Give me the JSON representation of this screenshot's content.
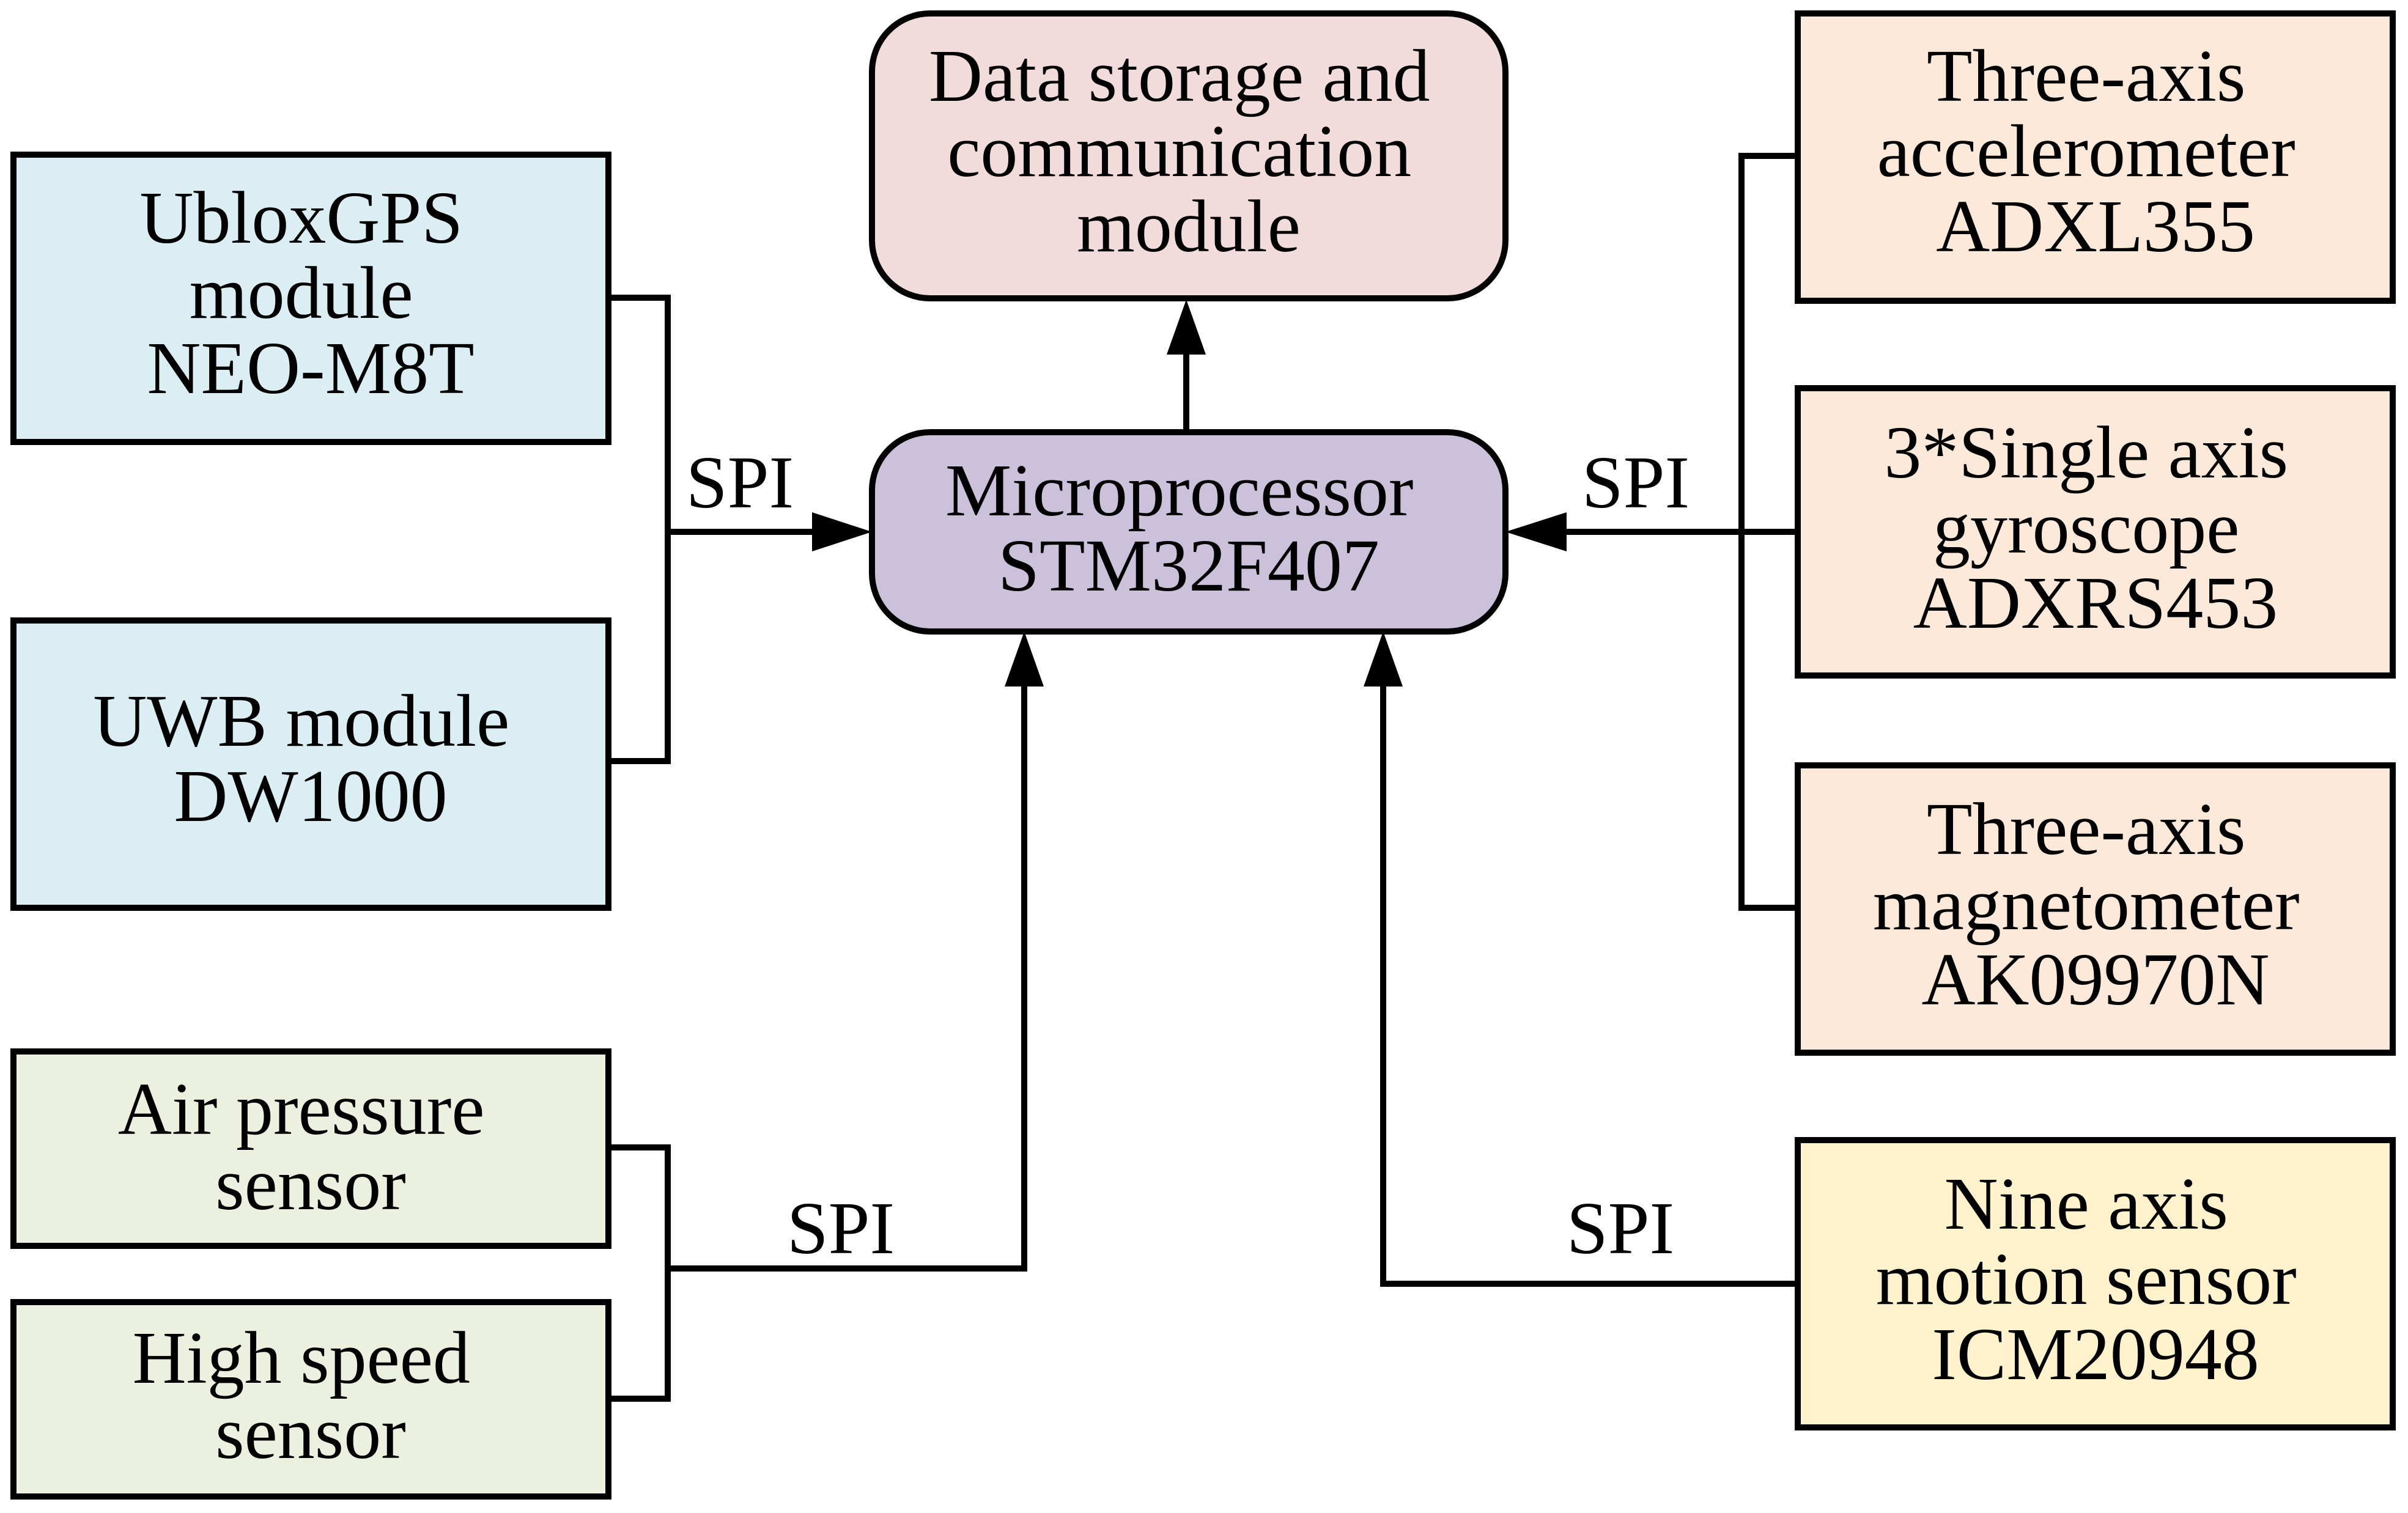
{
  "colors": {
    "gps_uwb_fill": "#dbeef4",
    "data_storage_fill": "#f2dcdb",
    "microprocessor_fill": "#ccc1da",
    "imu_fill": "#fde9d9",
    "nine_axis_fill": "#fff2cc",
    "env_sensor_fill": "#ebf1de",
    "stroke": "#000000"
  },
  "boxes": {
    "gps": {
      "lines": [
        "UbloxGPS",
        "module",
        "NEO-M8T"
      ]
    },
    "uwb": {
      "lines": [
        "UWB module",
        "DW1000"
      ]
    },
    "air_pressure": {
      "lines": [
        "Air pressure",
        "sensor"
      ]
    },
    "high_speed": {
      "lines": [
        "High speed",
        "sensor"
      ]
    },
    "data_storage": {
      "lines": [
        "Data storage and",
        "communication",
        "module"
      ]
    },
    "microprocessor": {
      "lines": [
        "Microprocessor",
        "STM32F407"
      ]
    },
    "accelerometer": {
      "lines": [
        "Three-axis",
        "accelerometer",
        "ADXL355"
      ]
    },
    "gyroscope": {
      "lines": [
        "3*Single axis",
        "gyroscope",
        "ADXRS453"
      ]
    },
    "magnetometer": {
      "lines": [
        "Three-axis",
        "magnetometer",
        "AK09970N"
      ]
    },
    "nine_axis": {
      "lines": [
        "Nine axis",
        "motion sensor",
        "ICM20948"
      ]
    }
  },
  "labels": {
    "spi_left_top": "SPI",
    "spi_right_top": "SPI",
    "spi_left_bottom": "SPI",
    "spi_right_bottom": "SPI"
  }
}
